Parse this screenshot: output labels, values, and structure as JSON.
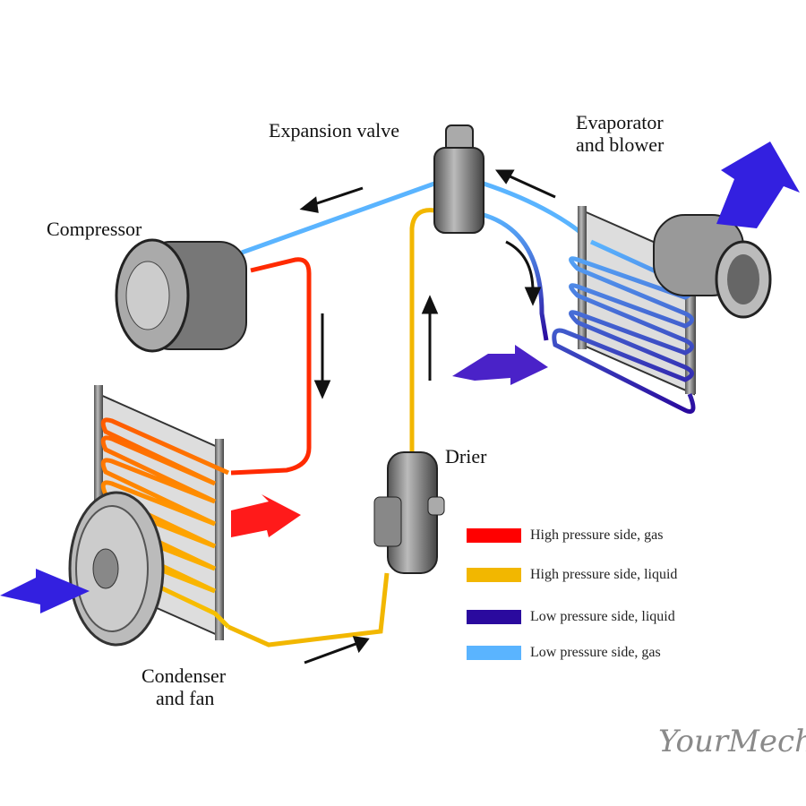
{
  "labels": {
    "expansion_valve": "Expansion valve",
    "evaporator": [
      "Evaporator",
      "and blower"
    ],
    "compressor": "Compressor",
    "drier": "Drier",
    "condenser": [
      "Condenser",
      "and fan"
    ]
  },
  "legend": [
    {
      "label": "High pressure side, gas",
      "color": "#ff0000"
    },
    {
      "label": "High pressure side, liquid",
      "color": "#f2b700"
    },
    {
      "label": "Low pressure side, liquid",
      "color": "#2a0a9e"
    },
    {
      "label": "Low pressure side, gas",
      "color": "#5ab4ff"
    }
  ],
  "watermark": "YourMechanic"
}
